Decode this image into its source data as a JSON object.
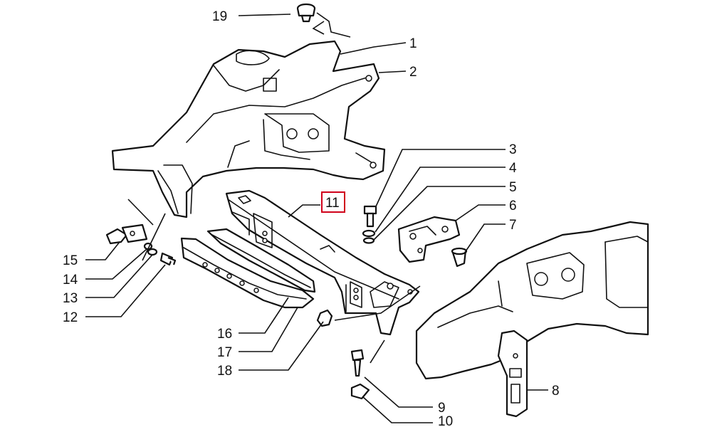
{
  "callouts": {
    "c1": "1",
    "c2": "2",
    "c3": "3",
    "c4": "4",
    "c5": "5",
    "c6": "6",
    "c7": "7",
    "c8": "8",
    "c9": "9",
    "c10": "10",
    "c11": "11",
    "c12": "12",
    "c13": "13",
    "c14": "14",
    "c15": "15",
    "c16": "16",
    "c17": "17",
    "c18": "18",
    "c19": "19"
  },
  "highlighted_callout": "11",
  "highlight_color": "#d0021b"
}
